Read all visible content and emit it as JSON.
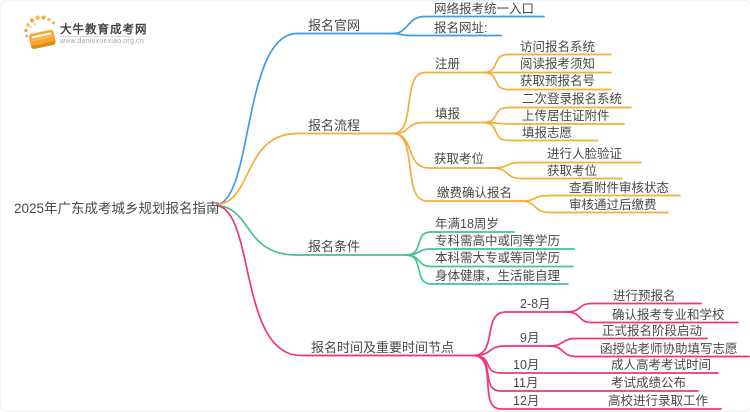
{
  "logo": {
    "site_name": "大牛教育成考网",
    "site_url": "www.daniuxuexiao.org.cn"
  },
  "root": {
    "label": "2025年广东成考城乡规划报名指南"
  },
  "branches": [
    {
      "label": "报名官网",
      "color": "#3f9ce8",
      "children": [
        {
          "label": "网络报考统一入口"
        },
        {
          "label": "报名网址:"
        }
      ]
    },
    {
      "label": "报名流程",
      "color": "#f5ad3b",
      "children": [
        {
          "label": "注册",
          "children": [
            {
              "label": "访问报名系统"
            },
            {
              "label": "阅读报考须知"
            },
            {
              "label": "获取预报名号"
            }
          ]
        },
        {
          "label": "填报",
          "children": [
            {
              "label": "二次登录报名系统"
            },
            {
              "label": "上传居住证附件"
            },
            {
              "label": "填报志愿"
            }
          ]
        },
        {
          "label": "获取考位",
          "children": [
            {
              "label": "进行人脸验证"
            },
            {
              "label": "获取考位"
            }
          ]
        },
        {
          "label": "缴费确认报名",
          "children": [
            {
              "label": "查看附件审核状态"
            },
            {
              "label": "审核通过后缴费"
            }
          ]
        }
      ]
    },
    {
      "label": "报名条件",
      "color": "#45c48f",
      "children": [
        {
          "label": "年满18周岁"
        },
        {
          "label": "专科需高中或同等学历"
        },
        {
          "label": "本科需大专或等同学历"
        },
        {
          "label": "身体健康，生活能自理"
        }
      ]
    },
    {
      "label": "报名时间及重要时间节点",
      "color": "#f0357f",
      "children": [
        {
          "label": "2-8月",
          "children": [
            {
              "label": "进行预报名"
            },
            {
              "label": "确认报考专业和学校"
            }
          ]
        },
        {
          "label": "9月",
          "children": [
            {
              "label": "正式报名阶段启动"
            },
            {
              "label": "函授站老师协助填写志愿"
            }
          ]
        },
        {
          "label": "10月",
          "children": [
            {
              "label": "成人高考考试时间"
            }
          ]
        },
        {
          "label": "11月",
          "children": [
            {
              "label": "考试成绩公布"
            }
          ]
        },
        {
          "label": "12月",
          "children": [
            {
              "label": "高校进行录取工作"
            }
          ]
        }
      ]
    }
  ]
}
